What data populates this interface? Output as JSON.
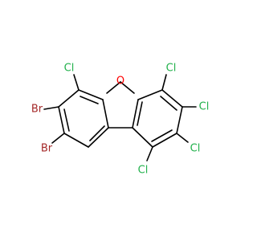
{
  "molecule": {
    "colors": {
      "bond": "#000000",
      "Cl": "#22b14c",
      "Br": "#a52a2a",
      "O": "#ff0000",
      "background": "#ffffff"
    },
    "atoms": {
      "O": {
        "label": "O",
        "element": "O"
      },
      "Cl1": {
        "label": "Cl",
        "element": "Cl"
      },
      "Cl2": {
        "label": "Cl",
        "element": "Cl"
      },
      "Cl3": {
        "label": "Cl",
        "element": "Cl"
      },
      "Cl4": {
        "label": "Cl",
        "element": "Cl"
      },
      "Cl5": {
        "label": "Cl",
        "element": "Cl"
      },
      "Br1": {
        "label": "Br",
        "element": "Br"
      },
      "Br2": {
        "label": "Br",
        "element": "Br"
      }
    }
  }
}
